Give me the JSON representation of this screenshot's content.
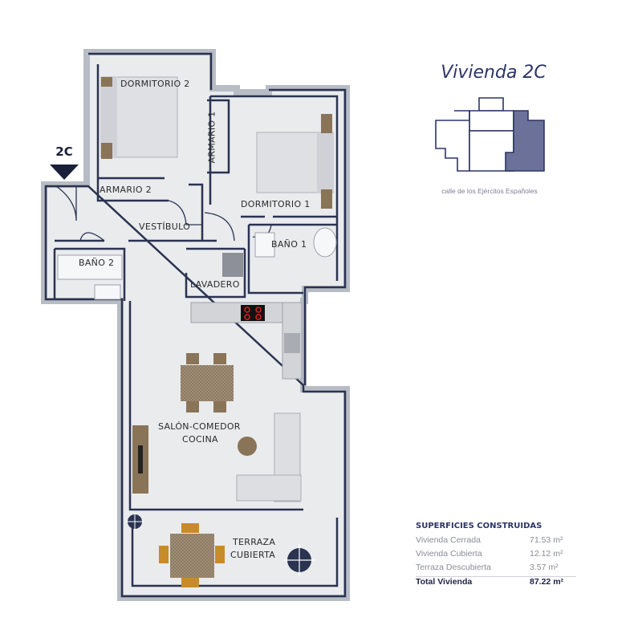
{
  "unit": {
    "title": "Vivienda 2C",
    "marker": "2C",
    "street": "calle de los Ejércitos Españoles"
  },
  "rooms": {
    "dormitorio2": "DORMITORIO 2",
    "armario1": "ARMARIO 1",
    "armario2": "ARMARIO 2",
    "dormitorio1": "DORMITORIO 1",
    "vestibulo": "VESTÍBULO",
    "bano1": "BAÑO 1",
    "bano2": "BAÑO 2",
    "lavadero": "LAVADERO",
    "salon1": "SALÓN-COMEDOR",
    "salon2": "COCINA",
    "terraza1": "TERRAZA",
    "terraza2": "CUBIERTA"
  },
  "surfaces": {
    "heading": "SUPERFICIES CONSTRUIDAS",
    "rows": [
      {
        "label": "Vivienda Cerrada",
        "value": "71.53 m²"
      },
      {
        "label": "Vivienda Cubierta",
        "value": "12.12 m²"
      },
      {
        "label": "Terraza Descubierta",
        "value": "3.57 m²"
      }
    ],
    "total": {
      "label": "Total Vivienda",
      "value": "87.22 m²"
    }
  },
  "colors": {
    "wall": "#2a3350",
    "floor": "#e9ebed",
    "accent": "#2c3566",
    "highlight": "#6b7199",
    "wood": "#8a7458",
    "hob": "#e02020"
  }
}
